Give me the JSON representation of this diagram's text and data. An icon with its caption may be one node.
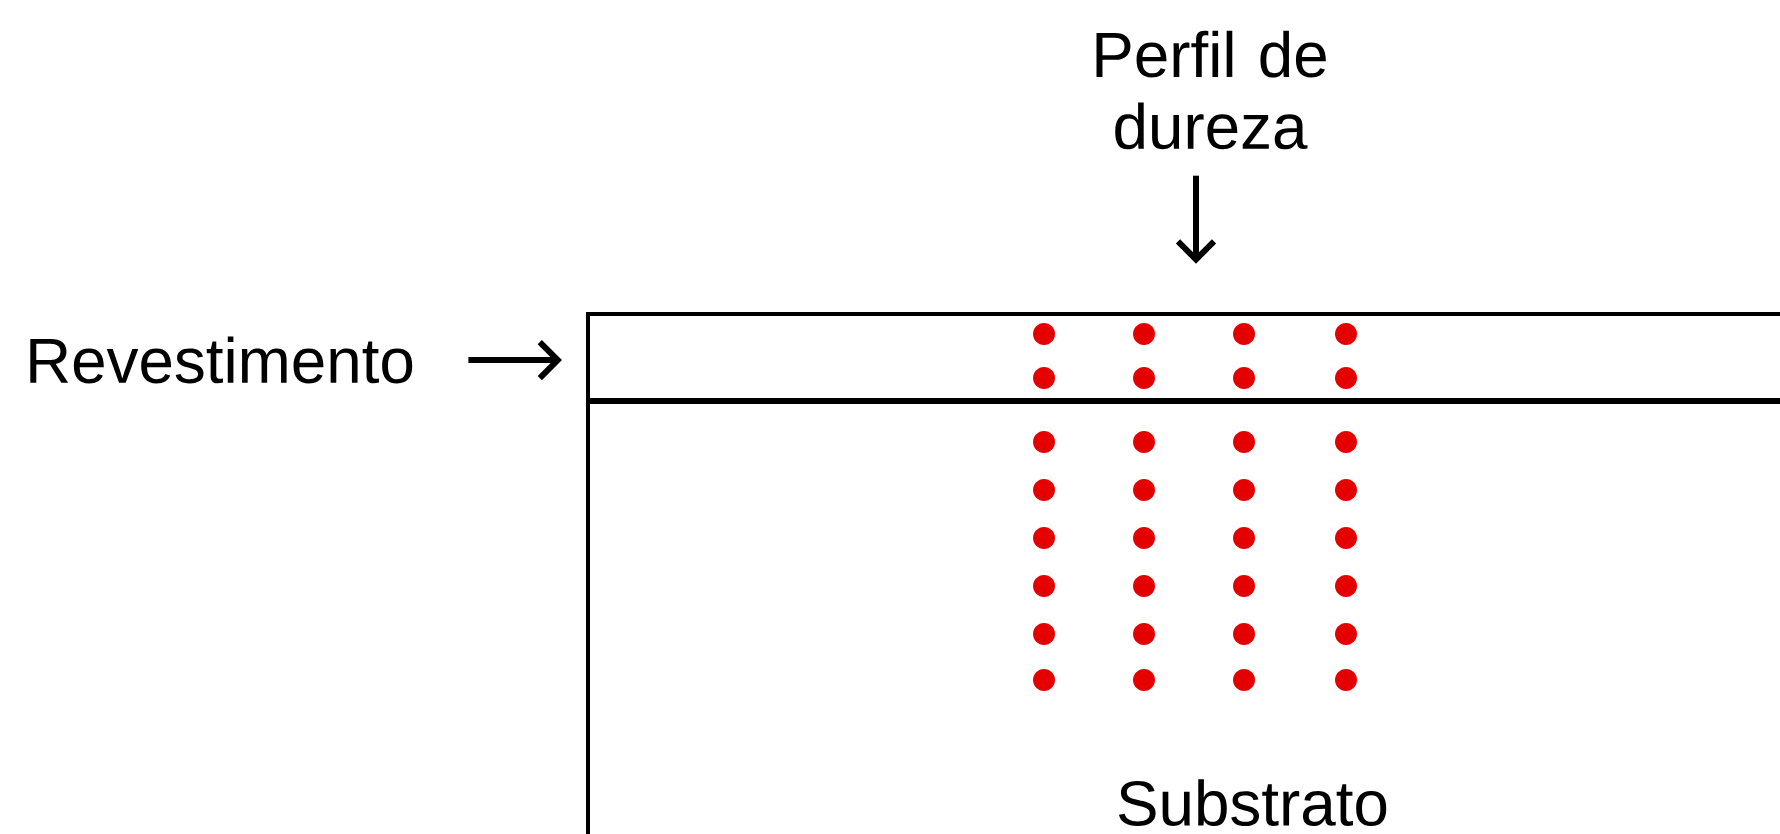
{
  "diagram": {
    "nodes": [
      {
        "text": [
          "Revestimento"
        ]
      },
      {
        "text": [
          "Perfil de dureza"
        ]
      },
      {
        "text": [],
        "shape": "box"
      },
      {
        "text": [
          "Substrato"
        ]
      }
    ],
    "edges": [
      {
        "from": 0,
        "to": 2,
        "arrow": "to"
      },
      {
        "from": 1,
        "to": 2,
        "arrow": "to"
      }
    ]
  }
}
